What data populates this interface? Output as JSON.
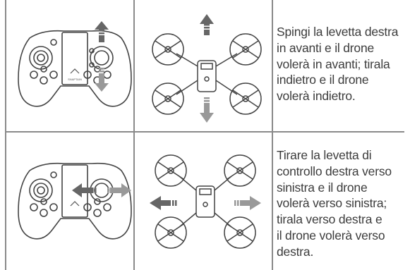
{
  "rows": [
    {
      "lines": [
        "Spingi la levetta destra",
        "in avanti e il drone",
        "volerà in avanti; tirala",
        "indietro e il drone",
        "volerà indietro."
      ]
    },
    {
      "lines": [
        "Tirare la levetta di",
        "controllo destra verso",
        "sinistra e il drone",
        "volerà verso sinistra;",
        "tirala verso destra e",
        "il drone volerà verso",
        "destra."
      ]
    }
  ],
  "brand_text": "SNAPTAIN",
  "colors": {
    "line": "#8a8a8a",
    "text": "#3c3c3c",
    "arrow": "#666666",
    "outline": "#444444"
  }
}
